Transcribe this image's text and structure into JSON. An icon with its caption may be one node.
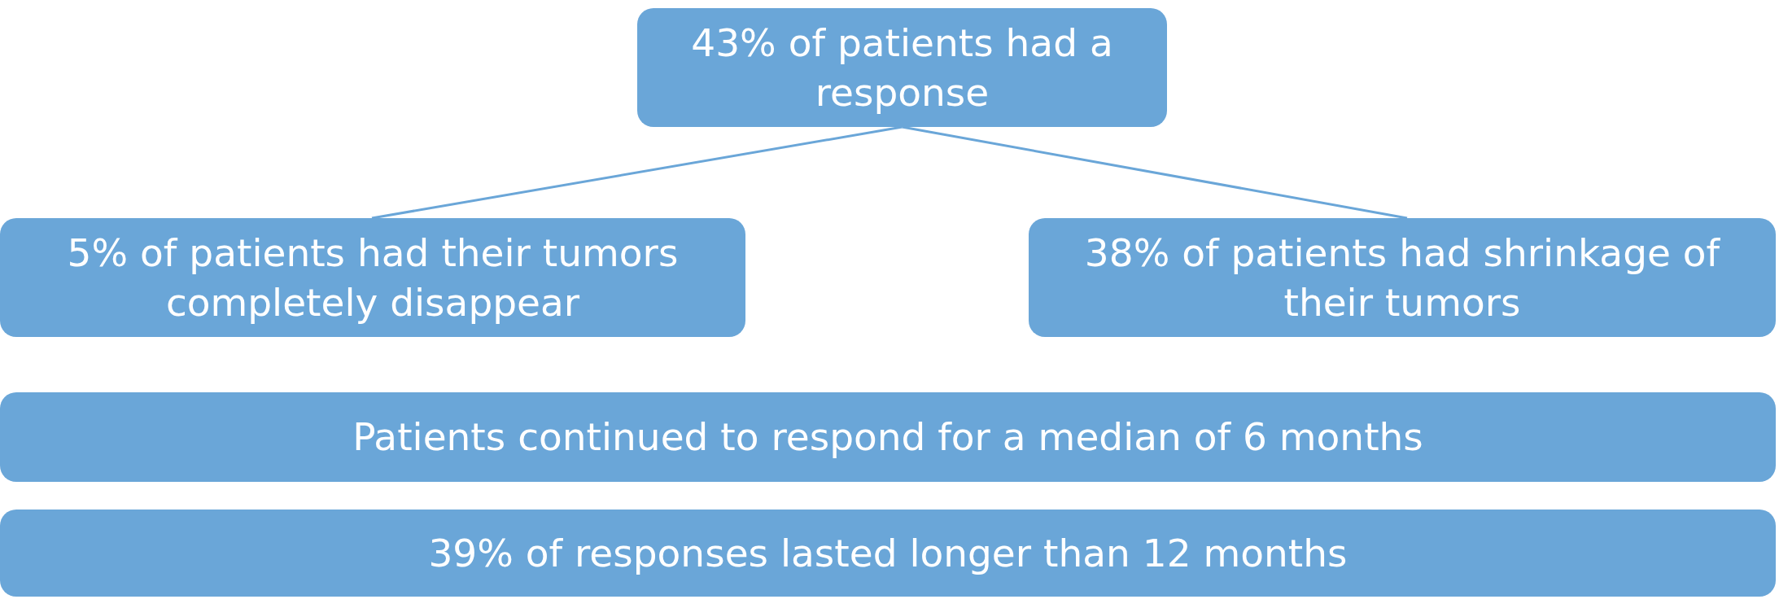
{
  "diagram": {
    "nodes": [
      {
        "text": [
          "43% of patients had a response"
        ]
      },
      {
        "text": [
          "5% of patients had their tumors completely disappear"
        ]
      },
      {
        "text": [
          "38% of patients had shrinkage of their tumors"
        ]
      },
      {
        "text": [
          "Patients continued to respond for a median of 6 months"
        ]
      },
      {
        "text": [
          "39% of responses lasted longer than 12 months"
        ]
      }
    ],
    "edges": [
      {
        "from": 0,
        "to": 1,
        "arrow": "none"
      },
      {
        "from": 0,
        "to": 2,
        "arrow": "none"
      }
    ]
  }
}
